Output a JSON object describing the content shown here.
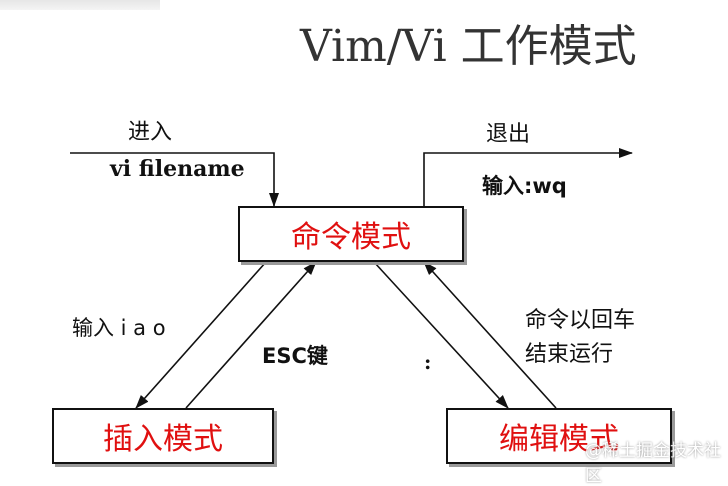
{
  "title": "Vim/Vi 工作模式",
  "modes": {
    "command": "命令模式",
    "insert": "插入模式",
    "edit": "编辑模式"
  },
  "labels": {
    "enter": "进入",
    "enter_cmd": "vi filename",
    "exit": "退出",
    "exit_cmd": "输入:wq",
    "insert_keys": "输入 i a o",
    "esc": "ESC键",
    "colon": ":",
    "cmd_end_line1": "命令以回车",
    "cmd_end_line2": "结束运行"
  },
  "watermark": "@稀土掘金技术社区",
  "colors": {
    "mode_text": "#e01010",
    "line": "#111111",
    "title": "#333333"
  }
}
